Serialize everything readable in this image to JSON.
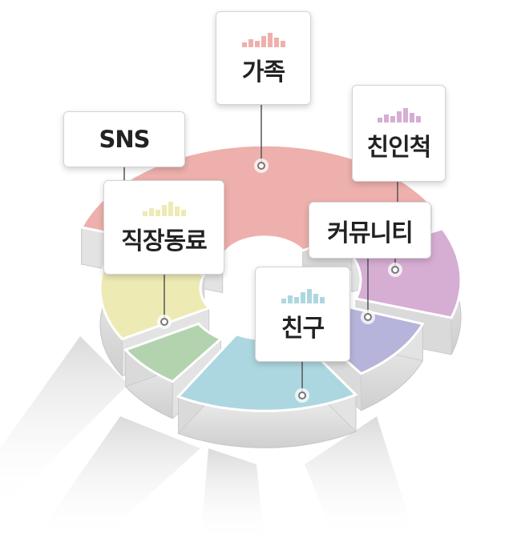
{
  "segments": [
    {
      "id": "family",
      "label": "가족",
      "color": "#eeb0ac",
      "icon": "bar-chart-icon"
    },
    {
      "id": "relatives",
      "label": "친인척",
      "color": "#d6aed4",
      "icon": "bar-chart-icon"
    },
    {
      "id": "community",
      "label": "커뮤니티",
      "color": "#b6b4da",
      "icon": null
    },
    {
      "id": "friends",
      "label": "친구",
      "color": "#add7e0",
      "icon": "bar-chart-icon"
    },
    {
      "id": "green",
      "label": "",
      "color": "#b2d3ae",
      "icon": null
    },
    {
      "id": "coworkers",
      "label": "직장동료",
      "color": "#eeeab4",
      "icon": "bar-chart-icon"
    },
    {
      "id": "sns",
      "label": "SNS",
      "color": "#ef8f0e",
      "icon": null
    }
  ]
}
